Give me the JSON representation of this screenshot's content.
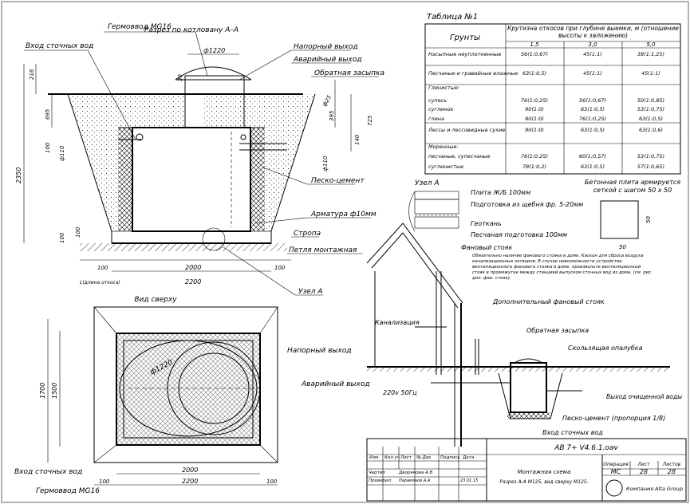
{
  "section_title": "Разрез по котловану А–А",
  "top_view_title": "Вид сверху",
  "left_labels": {
    "hermo_top": "Гермоввод MG16",
    "inlet": "Вход сточных вод",
    "hermo_bottom": "Гермоввод MG16",
    "inlet_bottom": "Вход сточных вод"
  },
  "right_labels": {
    "pressure_out": "Напорный выход",
    "emergency_out": "Аварийный выход",
    "backfill": "Обратная засыпка",
    "sand_cement": "Песко-цемент",
    "rebar": "Арматура ф10мм",
    "sling": "Стропа",
    "mount_loop": "Петля монтажная",
    "node_a": "Узел А"
  },
  "top_view_labels": {
    "pressure_out": "Напорный выход",
    "emergency_out": "Аварийный выход",
    "dia": "ф1220"
  },
  "dims": {
    "d1220": "ф1220",
    "d216": "216",
    "d695": "695",
    "d2350": "2350",
    "d100a": "100",
    "d110a": "ф110",
    "d110b": "ф110",
    "d395": "395",
    "d25": "ф25",
    "d140": "140",
    "d725": "725",
    "d100b": "100",
    "d100c": "100",
    "d2000": "2000",
    "d2200": "2200",
    "d100d": "100",
    "d100e": "100",
    "d30": "30",
    "d1700": "1700",
    "d1500": "1500",
    "d2000b": "2000",
    "d2200b": "2200",
    "d100f": "100",
    "d100g": "100",
    "l_note": "L(длина откоса)"
  },
  "table": {
    "title": "Таблица №1",
    "col_soil": "Грунты",
    "col_header": "Крутизна откосов при глубине выемки, м (отношение высоты к заложению)",
    "depths": [
      "1,5",
      "3,0",
      "5,0"
    ],
    "rows": [
      {
        "name": "Насыпные неуплотненные",
        "v": [
          "56(1:0,67)",
          "45(1:1)",
          "38(1:1,25)"
        ]
      },
      {
        "name": "Песчаные и гравийные влажные",
        "v": [
          "63(1:0,5)",
          "45(1:1)",
          "45(1:1)"
        ]
      },
      {
        "name": "Глинистые:",
        "v": [
          "",
          "",
          ""
        ]
      },
      {
        "name": "супесь",
        "v": [
          "76(1:0,25)",
          "56(1:0,67)",
          "50(1:0,85)"
        ]
      },
      {
        "name": "суглинок",
        "v": [
          "90(1:0)",
          "63(1:0,5)",
          "53(1:0,75)"
        ]
      },
      {
        "name": "глина",
        "v": [
          "90(1:0)",
          "76(1:0,25)",
          "63(1:0,5)"
        ]
      },
      {
        "name": "Лессы и лессовидные сухие",
        "v": [
          "90(1:0)",
          "63(1:0,5)",
          "63(1:0,6)"
        ]
      },
      {
        "name": "Моренные:",
        "v": [
          "",
          "",
          ""
        ]
      },
      {
        "name": "песчаные, супесчаные",
        "v": [
          "76(1:0,25)",
          "60(1:0,57)",
          "53(1:0,75)"
        ]
      },
      {
        "name": "суглинистые",
        "v": [
          "78(1:0,2)",
          "63(1:0,5)",
          "57(1:0,65)"
        ]
      }
    ]
  },
  "node_a": {
    "title": "Узел А",
    "slab": "Плита Ж/Б 100мм",
    "crushed": "Подготовка из щебня фр. 5-20мм",
    "geotextile": "Геоткань",
    "sand": "Песчаная подготовка 100мм"
  },
  "concrete_plate": {
    "title": "Бетонная плита армируется сеткой с шагом 50 х 50",
    "d50a": "50",
    "d50b": "50"
  },
  "house": {
    "fan_riser": "Фановый стояк",
    "note": "Обязательно наличие фанового стояка в доме. Каскон для сброса воздуха канализационных затворов. В случае невозможности устройства вентиляционного фанового стояка в доме, произвольте вентиляционный стояк в промежутке между станцией выпуском сточных вод из дома. (см. рис. доп. фан. стояк).",
    "extra_riser": "Дополнительный фановый стояк",
    "sewer": "Канализация",
    "power": "220v 50Гц",
    "backfill": "Обратная засыпка",
    "sliding": "Скользящая опалубка",
    "clean_out": "Выход очищенной воды",
    "sand_cement": "Песко-цемент (пропорция 1/8)",
    "inlet": "Вход сточных вод"
  },
  "title_block": {
    "model": "АВ 7+ V4.6.1.oav",
    "h_izm": "Изм.",
    "h_kol": "Кол.уч",
    "h_list": "Лист",
    "h_doc": "№ Док",
    "h_sign": "Подпись",
    "h_date": "Дата",
    "drew": "Чертил",
    "checked": "Проверил",
    "drew_name": "Дворянова А.В",
    "checked_name": "Парамонов А.А",
    "date": "23.01.15",
    "desc1": "Монтажная схема",
    "desc2": "Разрез А-А M125, вид сверху M125.",
    "stage_h": "Операция",
    "sheet_h": "Лист",
    "sheets_h": "Листов",
    "stage": "МС",
    "sheet": "28",
    "sheets": "28",
    "company": "Компания Alta Group"
  }
}
